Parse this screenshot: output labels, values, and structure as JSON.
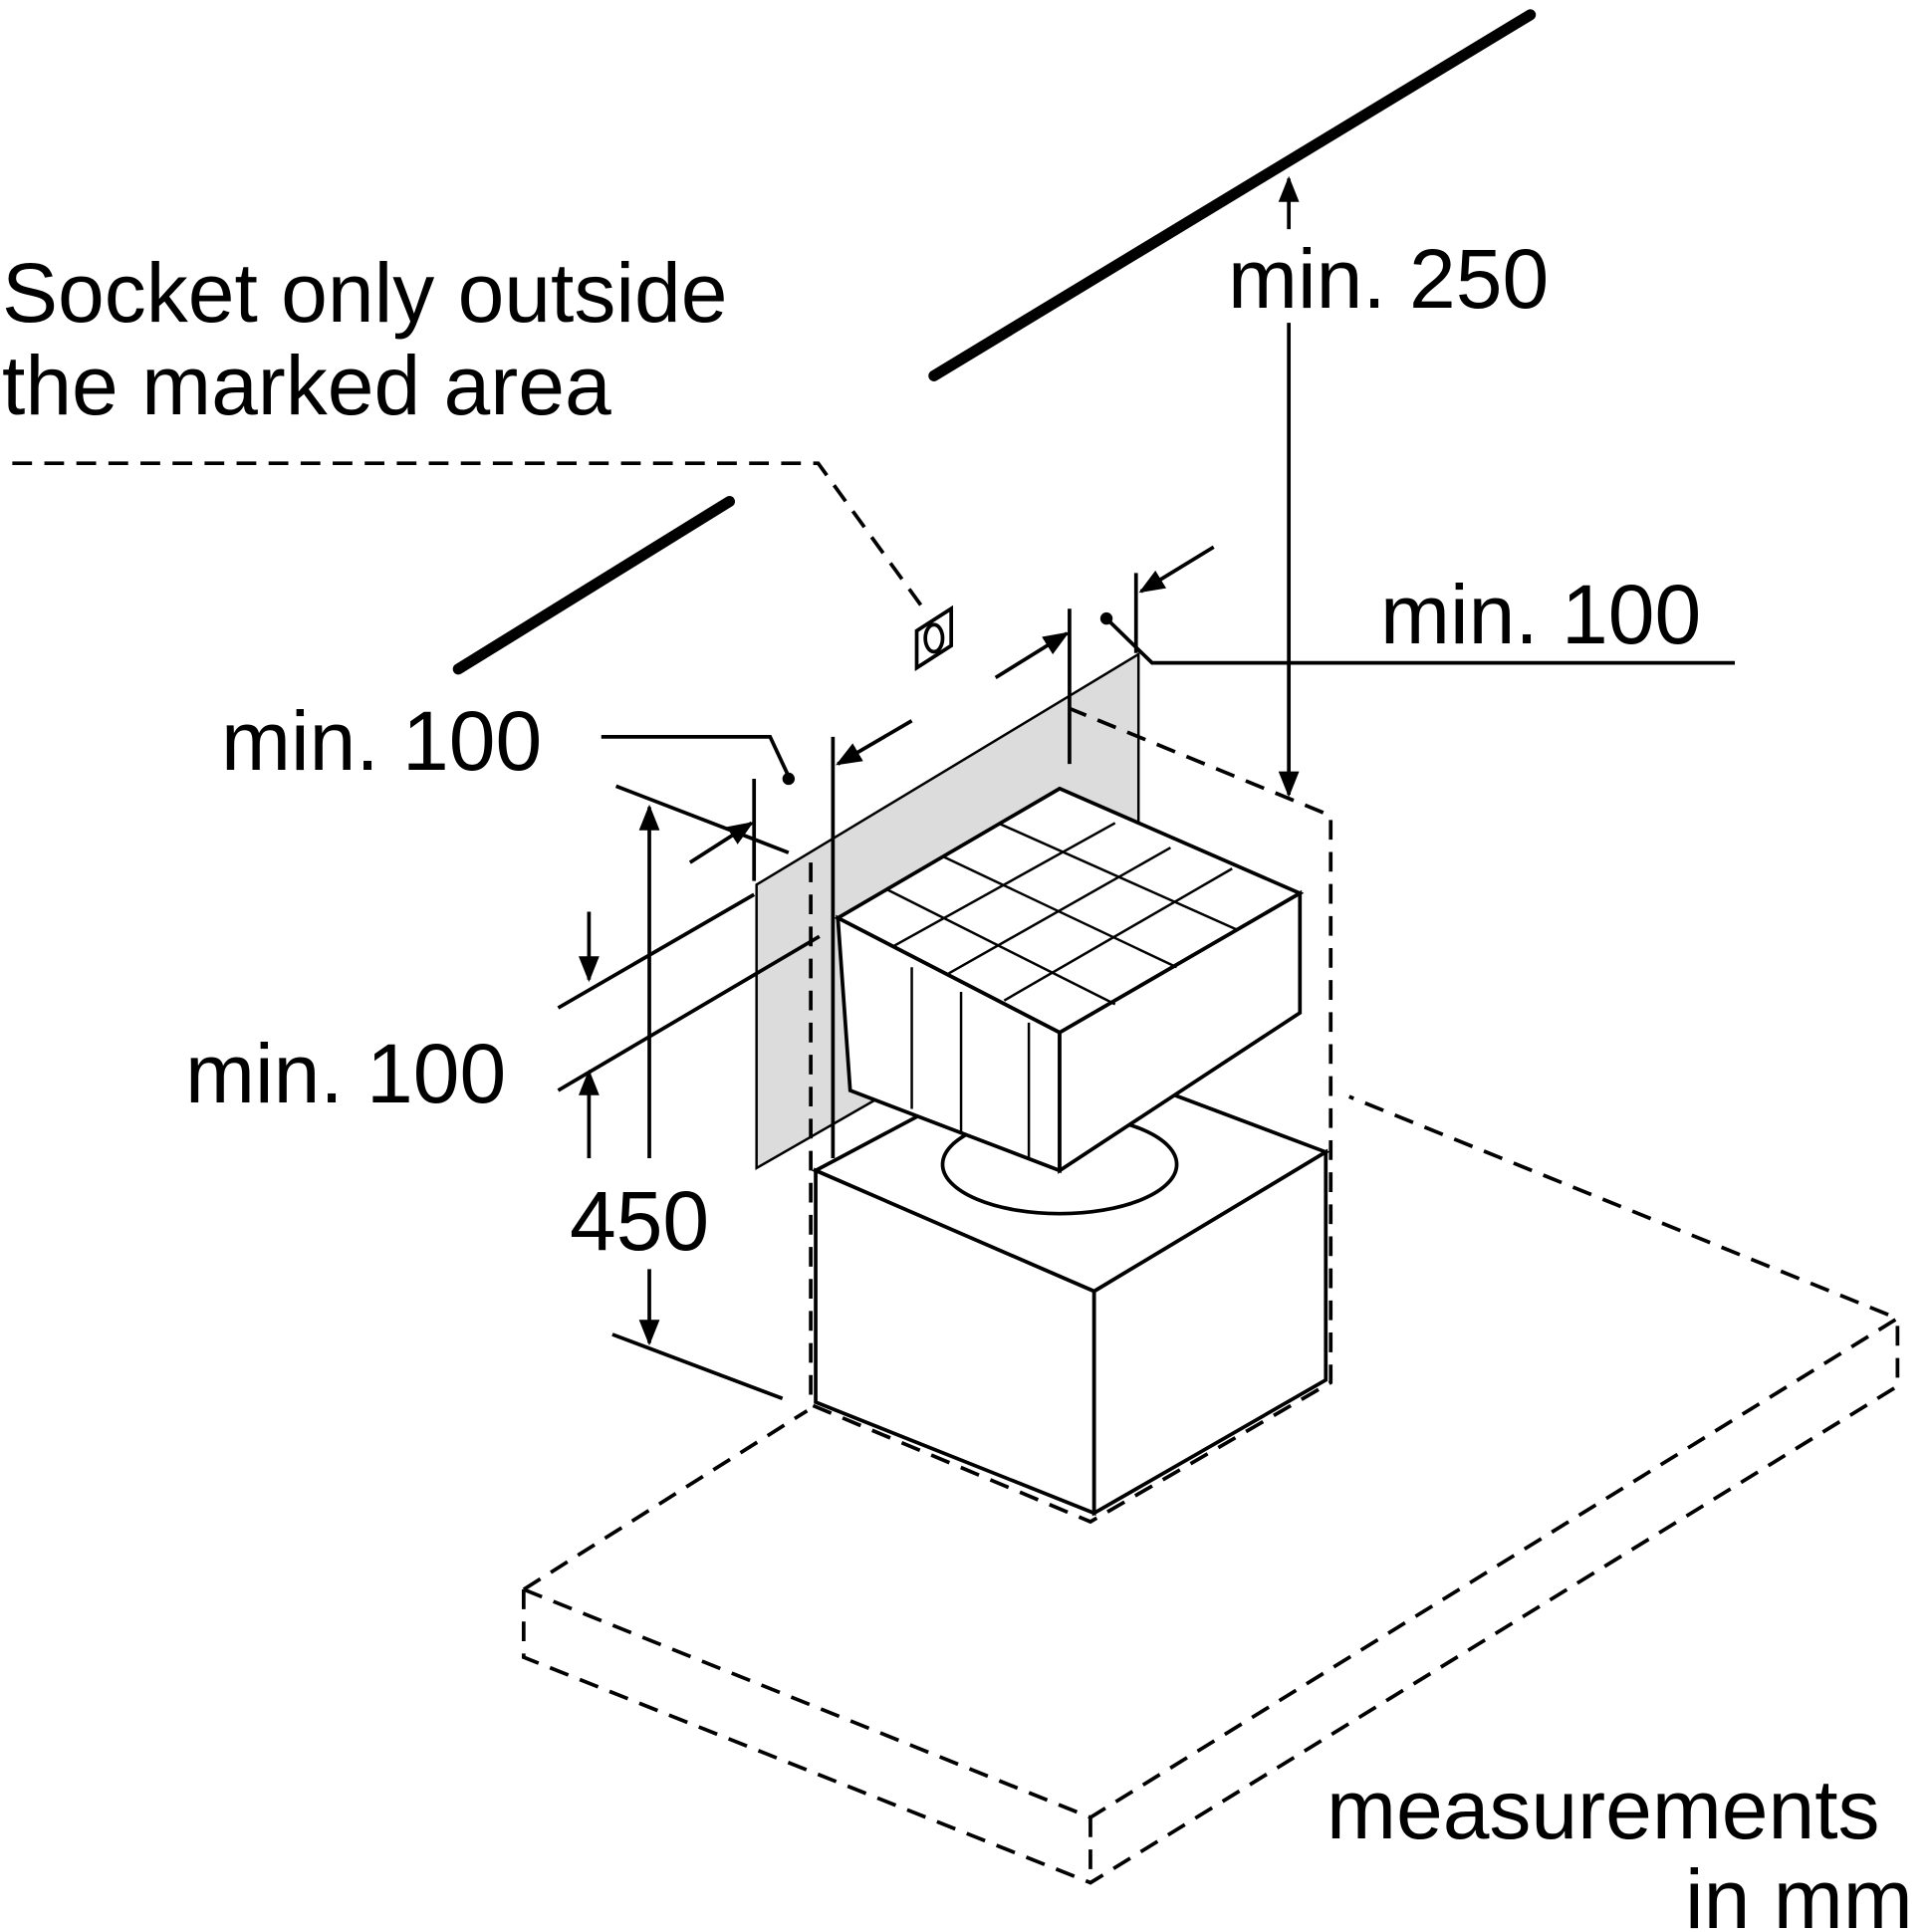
{
  "socket_note": {
    "line1": "Socket only outside",
    "line2": "the marked area"
  },
  "dimensions": {
    "top_clearance": "min. 250",
    "right_side": "min. 100",
    "left_side": "min. 100",
    "left_vertical": "min. 100",
    "height": "450"
  },
  "units_note": {
    "line1": "measurements",
    "line2": "in mm"
  },
  "colors": {
    "marked_area": "#dcdcdc",
    "line": "#000000"
  }
}
